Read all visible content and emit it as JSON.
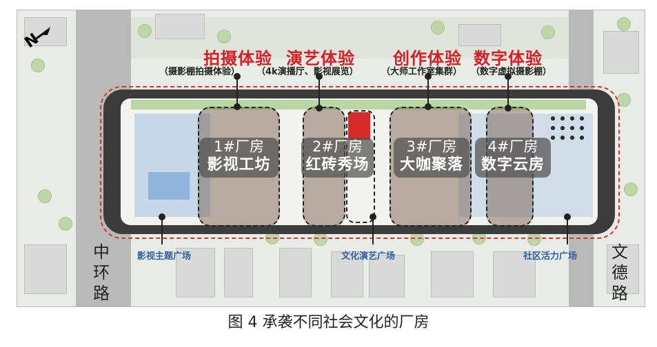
{
  "north_marker": "N",
  "categories": [
    {
      "title": "拍摄体验",
      "subtitle": "（摄影棚拍摄体验）"
    },
    {
      "title": "演艺体验",
      "subtitle": "（4k演播厅、影视展览）"
    },
    {
      "title": "创作体验",
      "subtitle": "（大师工作室集群）"
    },
    {
      "title": "数字体验",
      "subtitle": "（数字虚拟摄影棚）"
    }
  ],
  "factories": [
    {
      "number": "1#厂房",
      "name": "影视工坊"
    },
    {
      "number": "2#厂房",
      "name": "红砖秀场"
    },
    {
      "number": "3#厂房",
      "name": "大咖聚落"
    },
    {
      "number": "4#厂房",
      "name": "数字云房"
    }
  ],
  "plazas": [
    "影视主题广场",
    "文化演艺广场",
    "社区活力广场"
  ],
  "roads": {
    "left": "中环路",
    "right": "文德路"
  },
  "caption": "图 4  承袭不同社会文化的厂房",
  "colors": {
    "highlight": "#d81e25",
    "plaza_text": "#2f5fa8",
    "factory_fill": "#7a5a46",
    "dashed_outline": "#e03030"
  }
}
